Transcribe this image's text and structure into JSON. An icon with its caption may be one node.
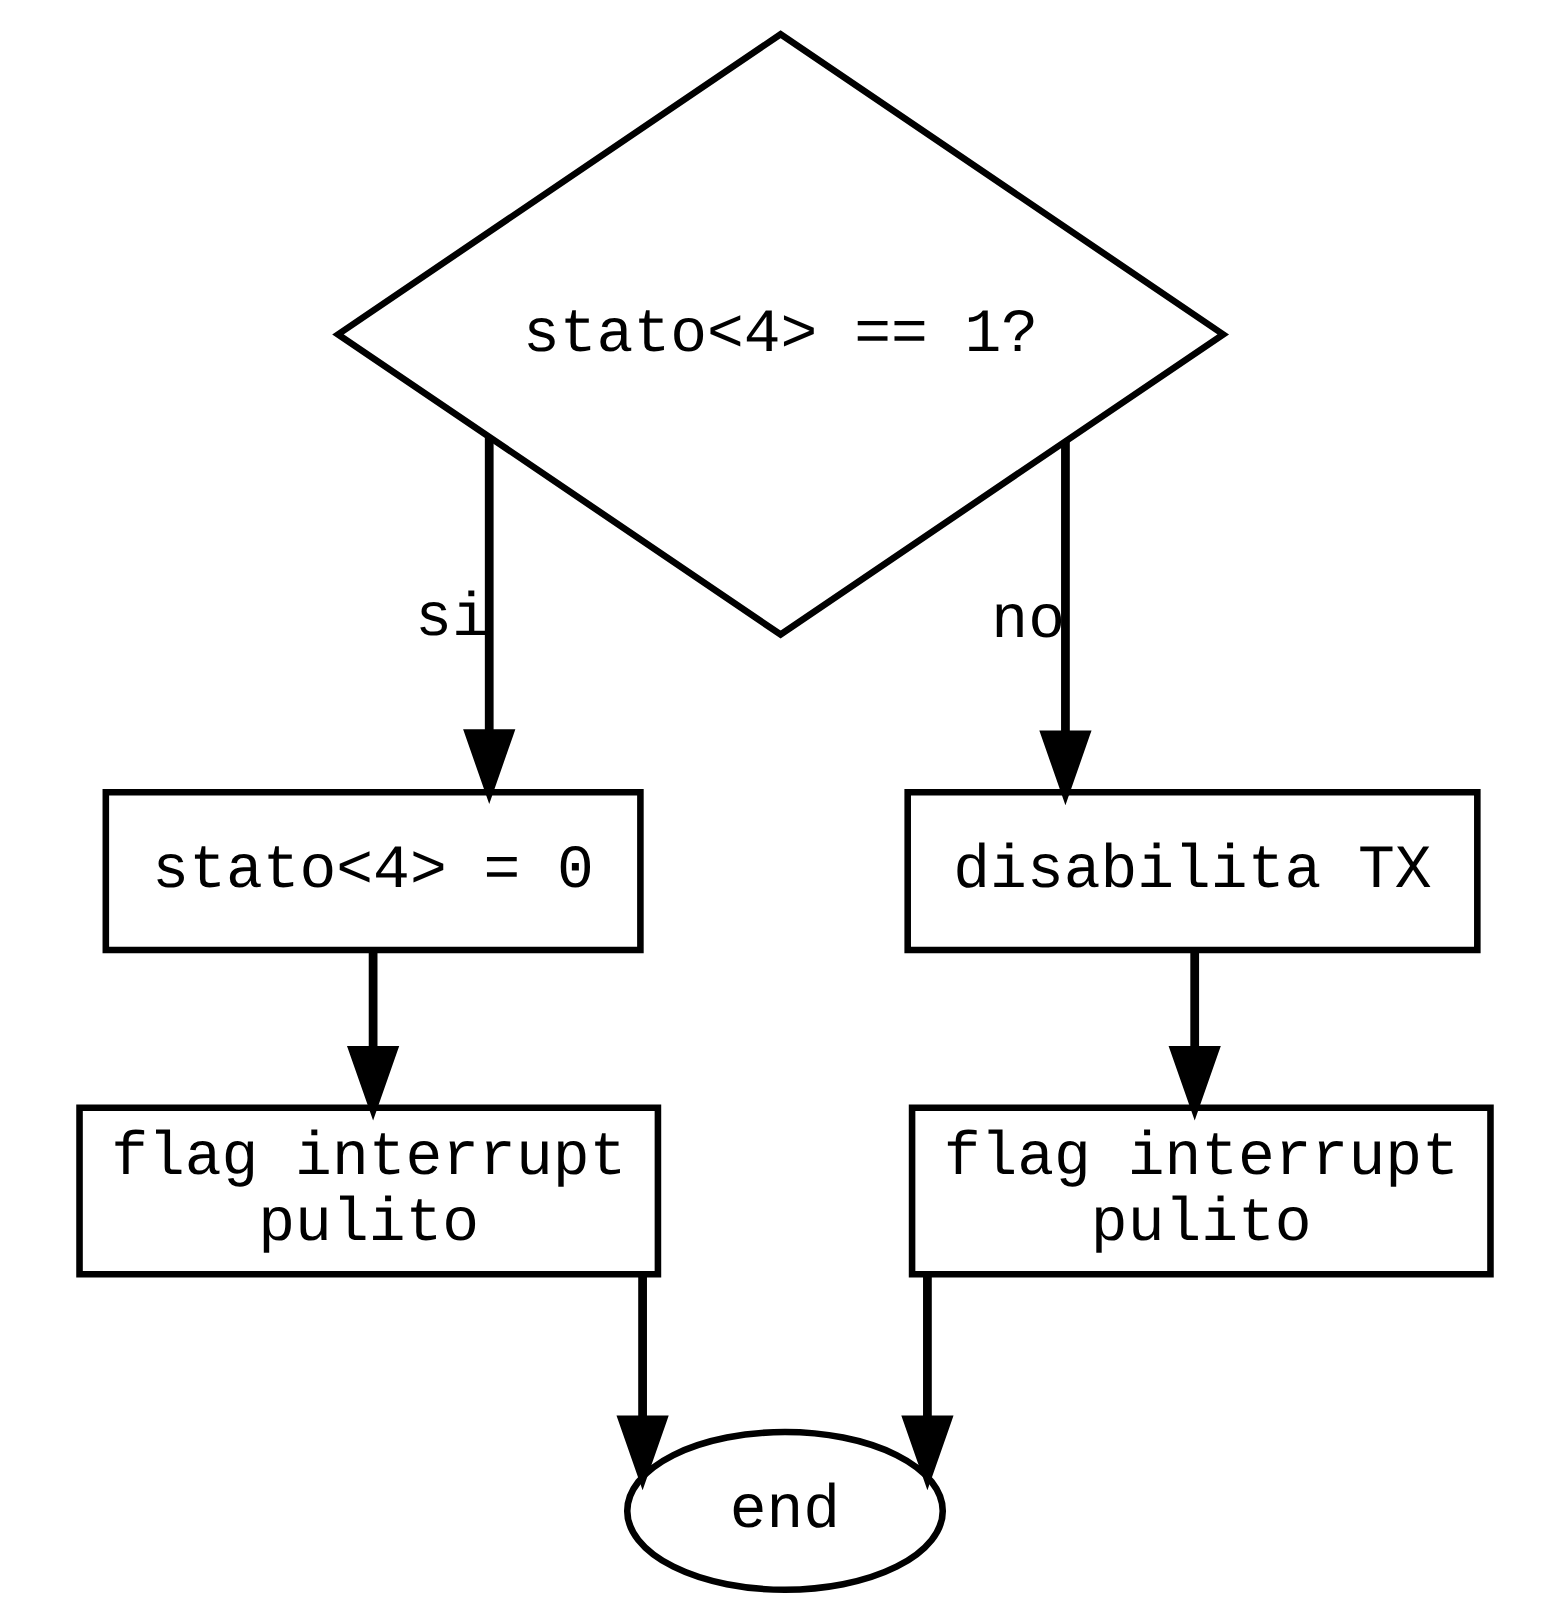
{
  "diagram": {
    "nodes": [
      {
        "text": [
          "stato<4> == 1?"
        ]
      },
      {
        "text": [
          "stato<4> = 0"
        ]
      },
      {
        "text": [
          "disabilita TX"
        ]
      },
      {
        "text": [
          "flag interrupt pulito"
        ]
      },
      {
        "text": [
          "flag interrupt pulito"
        ]
      },
      {
        "text": [
          "end"
        ]
      }
    ],
    "edges": [
      {
        "from": 0,
        "to": 1,
        "arrow": "to",
        "label": "si"
      },
      {
        "from": 0,
        "to": 2,
        "arrow": "to",
        "label": "no"
      },
      {
        "from": 1,
        "to": 3,
        "arrow": "to"
      },
      {
        "from": 2,
        "to": 4,
        "arrow": "to"
      },
      {
        "from": 3,
        "to": 5,
        "arrow": "to"
      },
      {
        "from": 4,
        "to": 5,
        "arrow": "to"
      }
    ]
  }
}
